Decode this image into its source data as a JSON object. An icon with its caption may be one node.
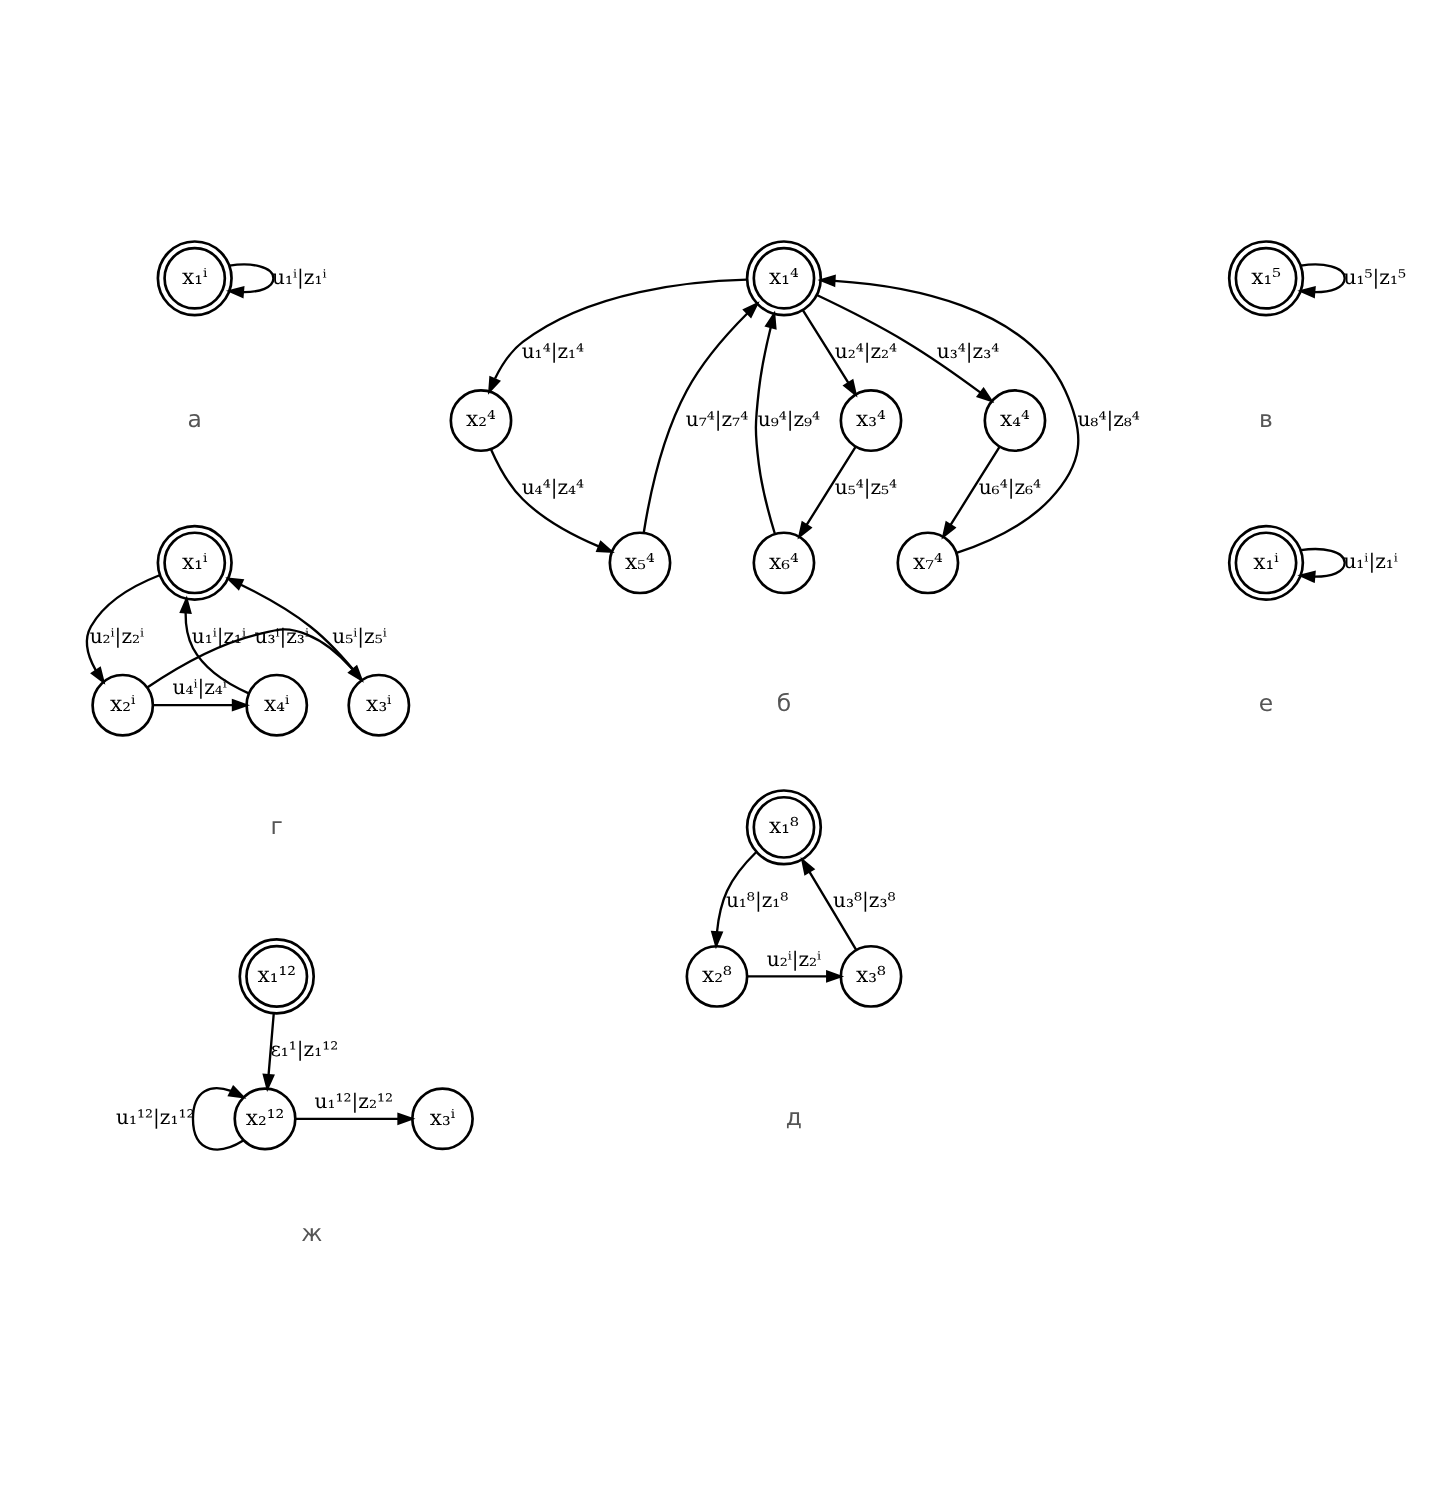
{
  "diagram": {
    "nodes": [
      {
        "text": [
          "x₁ⁱ"
        ]
      },
      {
        "text": [
          "x₁⁴"
        ]
      },
      {
        "text": [
          "x₂⁴"
        ]
      },
      {
        "text": [
          "x₃⁴"
        ]
      },
      {
        "text": [
          "x₄⁴"
        ]
      },
      {
        "text": [
          "x₅⁴"
        ]
      },
      {
        "text": [
          "x₆⁴"
        ]
      },
      {
        "text": [
          "x₇⁴"
        ]
      },
      {
        "text": [
          "x₁⁵"
        ]
      },
      {
        "text": [
          "x₁ⁱ"
        ]
      },
      {
        "text": [
          "x₄ⁱ"
        ]
      },
      {
        "text": [
          "x₂ⁱ"
        ]
      },
      {
        "text": [
          "x₃ⁱ"
        ]
      },
      {
        "text": [
          "x₁⁸"
        ]
      },
      {
        "text": [
          "x₂⁸"
        ]
      },
      {
        "text": [
          "x₃⁸"
        ]
      },
      {
        "text": [
          "x₁ⁱ"
        ]
      },
      {
        "text": [
          "x₁¹²"
        ]
      },
      {
        "text": [
          "x₂¹²"
        ]
      },
      {
        "text": [
          "x₃ⁱ"
        ]
      }
    ],
    "edges": [
      {
        "from": 0,
        "to": 0,
        "arrow": "to",
        "label": "u₁ⁱ|z₁ⁱ"
      },
      {
        "from": 1,
        "to": 2,
        "arrow": "to",
        "label": "u₁⁴|z₁⁴"
      },
      {
        "from": 1,
        "to": 3,
        "arrow": "to",
        "label": "u₂⁴|z₂⁴"
      },
      {
        "from": 1,
        "to": 4,
        "arrow": "to",
        "label": "u₃⁴|z₃⁴"
      },
      {
        "from": 2,
        "to": 5,
        "arrow": "to",
        "label": "u₄⁴|z₄⁴"
      },
      {
        "from": 3,
        "to": 6,
        "arrow": "to",
        "label": "u₅⁴|z₅⁴"
      },
      {
        "from": 4,
        "to": 7,
        "arrow": "to",
        "label": "u₆⁴|z₆⁴"
      },
      {
        "from": 5,
        "to": 1,
        "arrow": "to",
        "label": "u₇⁴|z₇⁴"
      },
      {
        "from": 7,
        "to": 1,
        "arrow": "to",
        "label": "u₈⁴|z₈⁴"
      },
      {
        "from": 6,
        "to": 1,
        "arrow": "to",
        "label": "u₉⁴|z₉⁴"
      },
      {
        "from": 8,
        "to": 8,
        "arrow": "to",
        "label": "u₁⁵|z₁⁵"
      },
      {
        "from": 10,
        "to": 9,
        "arrow": "to",
        "label": "u₁ⁱ|z₁ⁱ"
      },
      {
        "from": 9,
        "to": 11,
        "arrow": "to",
        "label": "u₂ⁱ|z₂ⁱ"
      },
      {
        "from": 12,
        "to": 9,
        "arrow": "to",
        "label": "u₅ⁱ|z₅ⁱ"
      },
      {
        "from": 11,
        "to": 10,
        "arrow": "to",
        "label": "u₄ⁱ|z₄ⁱ"
      },
      {
        "from": 11,
        "to": 12,
        "arrow": "to",
        "label": "u₃ⁱ|z₃ⁱ"
      },
      {
        "from": 13,
        "to": 14,
        "arrow": "to",
        "label": "u₁⁸|z₁⁸"
      },
      {
        "from": 14,
        "to": 15,
        "arrow": "to",
        "label": "u₂ⁱ|z₂ⁱ"
      },
      {
        "from": 15,
        "to": 13,
        "arrow": "to",
        "label": "u₃⁸|z₃⁸"
      },
      {
        "from": 16,
        "to": 16,
        "arrow": "to",
        "label": "u₁ⁱ|z₁ⁱ"
      },
      {
        "from": 17,
        "to": 18,
        "arrow": "to",
        "label": "ε₁¹|z₁¹²"
      },
      {
        "from": 18,
        "to": 18,
        "arrow": "to",
        "label": "u₁¹²|z₁¹²"
      },
      {
        "from": 18,
        "to": 19,
        "arrow": "to",
        "label": "u₁¹²|z₂¹²"
      }
    ],
    "labels": [
      "а",
      "б",
      "в",
      "г",
      "д",
      "е",
      "ж"
    ]
  }
}
